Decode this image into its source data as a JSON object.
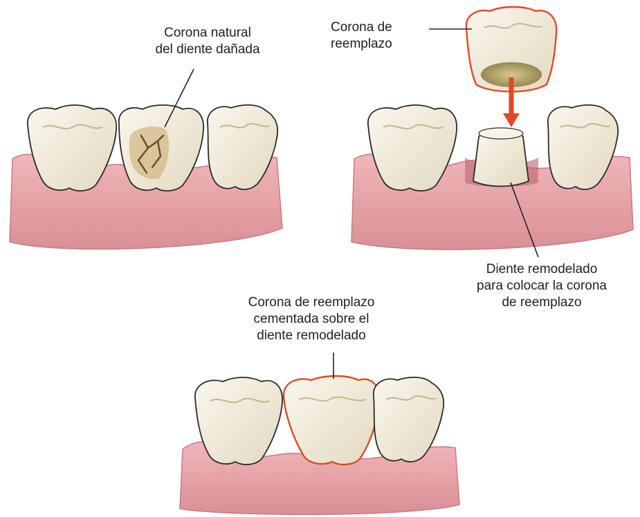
{
  "labels": {
    "damaged_crown": [
      "Corona natural",
      "del diente dañada"
    ],
    "replacement_crown": [
      "Corona de",
      "reemplazo"
    ],
    "reshaped_tooth": [
      "Diente remodelado",
      "para colocar la corona",
      "de reemplazo"
    ],
    "cemented_crown": [
      "Corona de reemplazo",
      "cementada sobre el",
      "diente remodelado"
    ]
  },
  "colors": {
    "gum": "#e8a6ab",
    "gum_dark": "#c97a82",
    "tooth": "#f3eee0",
    "tooth_shade": "#d9cfb4",
    "crack": "#7a5a30",
    "accent": "#e0492a",
    "leader": "#222222"
  }
}
